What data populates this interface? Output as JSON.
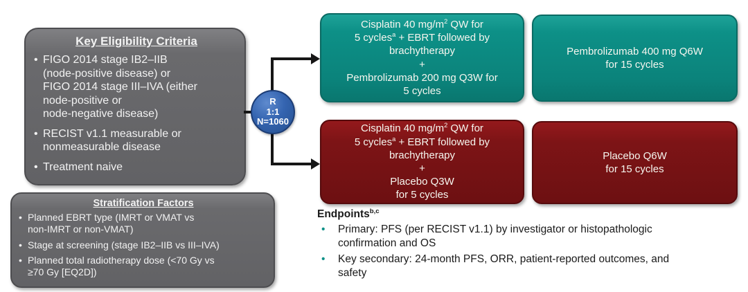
{
  "figure": {
    "eligibility": {
      "title": "Key Eligibility Criteria",
      "items": [
        {
          "lines": [
            "FIGO 2014 stage IB2–IIB",
            "(node-positive disease) or",
            "FIGO 2014 stage III–IVA (either",
            "node-positive or",
            "node-negative disease)"
          ]
        },
        {
          "lines": [
            "RECIST v1.1 measurable or",
            "nonmeasurable disease"
          ]
        },
        {
          "lines": [
            "Treatment naive"
          ]
        }
      ]
    },
    "stratification": {
      "title": "Stratification Factors",
      "items": [
        {
          "lines": [
            "Planned EBRT type (IMRT or VMAT vs",
            "non-IMRT or non-VMAT)"
          ]
        },
        {
          "lines": [
            "Stage at screening (stage IB2–IIB vs III–IVA)"
          ]
        },
        {
          "lines": [
            "Planned total radiotherapy dose (<70 Gy vs",
            "≥70 Gy [EQ2D])"
          ]
        }
      ]
    },
    "randomization": {
      "lines": [
        "R",
        "1:1",
        "N=1060"
      ]
    },
    "arms": {
      "pembro_chemort": {
        "lines": [
          "Cisplatin 40 mg/m^{2} QW for",
          "5 cycles^{a} + EBRT followed by",
          "brachytherapy",
          "+",
          "Pembrolizumab 200 mg Q3W for",
          "5 cycles"
        ]
      },
      "pembro_maintenance": {
        "lines": [
          "Pembrolizumab 400 mg Q6W",
          "for 15 cycles"
        ]
      },
      "placebo_chemort": {
        "lines": [
          "Cisplatin 40 mg/m^{2} QW for",
          "5 cycles^{a} + EBRT followed by",
          "brachytherapy",
          "+",
          "Placebo Q3W",
          "for 5 cycles"
        ]
      },
      "placebo_maintenance": {
        "lines": [
          "Placebo Q6W",
          "for 15 cycles"
        ]
      }
    },
    "endpoints": {
      "title_lines": [
        "Endpoints^{b,c}"
      ],
      "items": [
        {
          "lines": [
            "Primary: PFS (per RECIST v1.1) by investigator or histopathologic",
            "confirmation and OS"
          ]
        },
        {
          "lines": [
            "Key secondary: 24-month PFS, ORR, patient-reported outcomes, and",
            "safety"
          ]
        }
      ]
    },
    "colors": {
      "experimental_arm_teal": "#0d9087",
      "control_arm_maroon": "#7d1416",
      "criteria_box_gray": "#6a6a6d",
      "randomization_circle_blue": "#3464b0",
      "endpoint_bullet_teal": "#0d9087",
      "connector_black": "#161616"
    }
  }
}
